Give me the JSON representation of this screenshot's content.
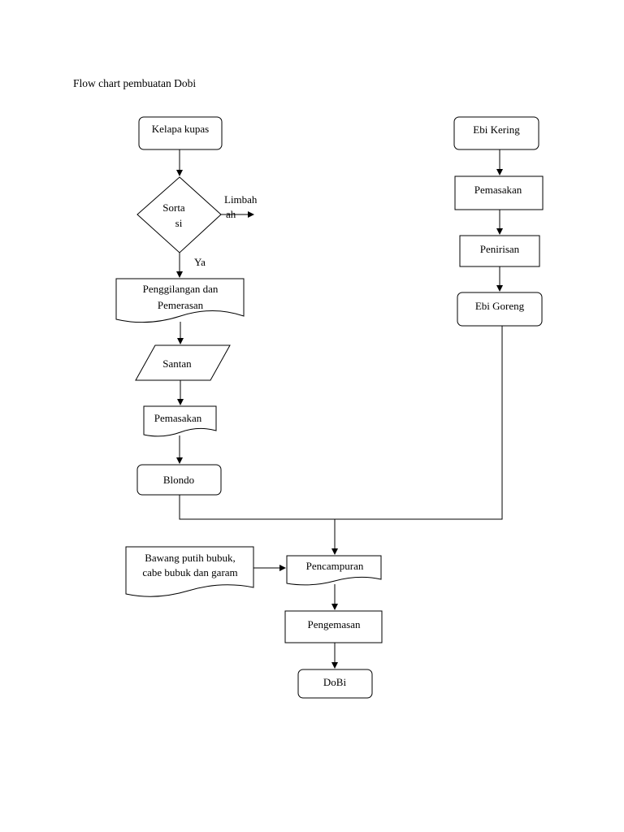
{
  "title": "Flow chart pembuatan Dobi",
  "nodes": {
    "kelapa_kupas": "Kelapa kupas",
    "sortasi_line1": "Sorta",
    "sortasi_line2": "si",
    "limbah_line1": "Limbah",
    "limbah_line2": "ah",
    "ya": "Ya",
    "penggilangan_line1": "Penggilangan dan",
    "penggilangan_line2": "Pemerasan",
    "santan": "Santan",
    "pemasakan_left": "Pemasakan",
    "blondo": "Blondo",
    "ebi_kering": "Ebi Kering",
    "pemasakan_right": "Pemasakan",
    "penirisan": "Penirisan",
    "ebi_goreng": "Ebi Goreng",
    "bawang_line1": "Bawang putih bubuk,",
    "bawang_line2": "cabe bubuk dan garam",
    "pencampuran": "Pencampuran",
    "pengemasan": "Pengemasan",
    "dobi": "DoBi"
  }
}
